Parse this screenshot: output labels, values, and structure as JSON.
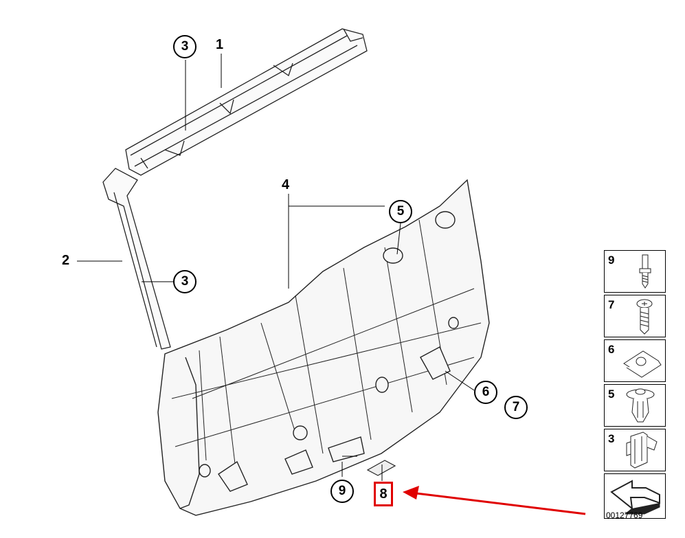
{
  "callouts": {
    "c3_top": "3",
    "c1": "1",
    "c2": "2",
    "c3_mid": "3",
    "c4": "4",
    "c5": "5",
    "c6": "6",
    "c7": "7",
    "c9": "9",
    "c8": "8"
  },
  "legend": {
    "items": [
      "9",
      "7",
      "6",
      "5",
      "3"
    ]
  },
  "diagram_number": "00127769",
  "colors": {
    "highlight": "#e00000",
    "arrow": "#e00000",
    "line": "#000000"
  }
}
